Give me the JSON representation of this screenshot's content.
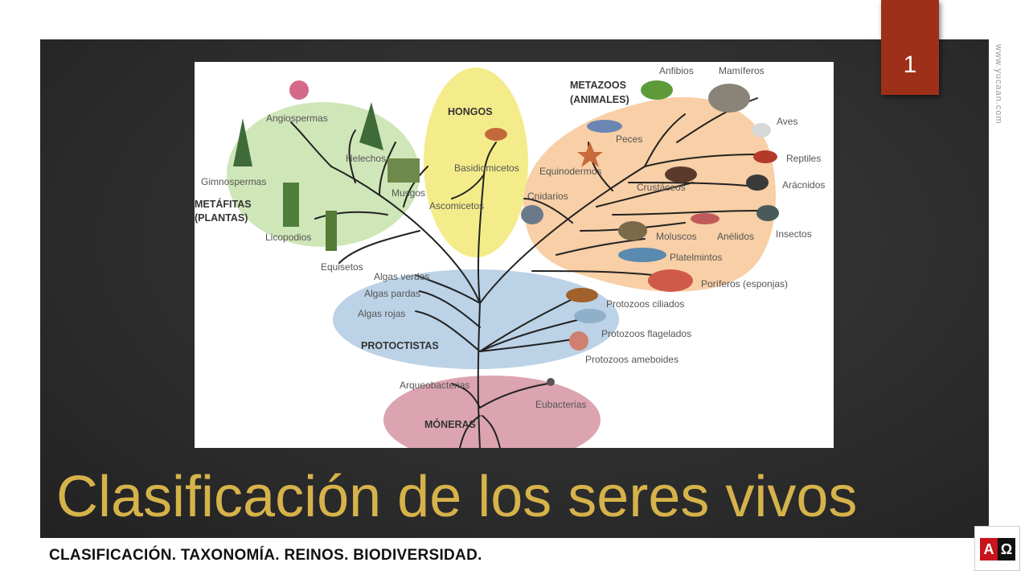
{
  "slide": {
    "number": "1",
    "side_url": "www.yucaan.com",
    "title": "Clasificación de los seres vivos",
    "subtitle": "CLASIFICACIÓN. TAXONOMÍA. REINOS. BIODIVERSIDAD.",
    "logo_left": "A",
    "logo_right": "Ω"
  },
  "diagram": {
    "groups": {
      "plantas_1": "METÁFITAS",
      "plantas_2": "(PLANTAS)",
      "hongos": "HONGOS",
      "animales_1": "METAZOOS",
      "animales_2": "(ANIMALES)",
      "protoctistas": "PROTOCTISTAS",
      "moneras": "MÓNERAS"
    },
    "labels": {
      "angiospermas": "Angiospermas",
      "gimnospermas": "Gimnospermas",
      "helechos": "Helechos",
      "musgos": "Musgos",
      "licopodios": "Licopodios",
      "equisetos": "Equisetos",
      "basidiomicetos": "Basidiomicetos",
      "ascomicetos": "Ascomicetos",
      "anfibios": "Anfibios",
      "mamiferos": "Mamíferos",
      "aves": "Aves",
      "peces": "Peces",
      "reptiles": "Reptiles",
      "equinodermos": "Equinodermos",
      "aracnidos": "Arácnidos",
      "cnidarios": "Cnidarios",
      "crustaceos": "Crustáceos",
      "insectos": "Insectos",
      "moluscos": "Moluscos",
      "anelidos": "Anélidos",
      "platelmintos": "Platelmintos",
      "poriferos": "Poríferos (esponjas)",
      "algas_verdes": "Algas verdes",
      "algas_pardas": "Algas pardas",
      "algas_rojas": "Algas rojas",
      "protozoos_ciliados": "Protozoos ciliados",
      "protozoos_flagelados": "Protozoos flagelados",
      "protozoos_ameboides": "Protozoos ameboides",
      "arqueobacterias": "Arqueobacterias",
      "eubacterias": "Eubacterias"
    },
    "colors": {
      "plantas": "#cfe6b8",
      "hongos": "#f4ec8a",
      "animales": "#f8cfa6",
      "protoctistas": "#bcd2e6",
      "moneras": "#dba4b0"
    }
  }
}
